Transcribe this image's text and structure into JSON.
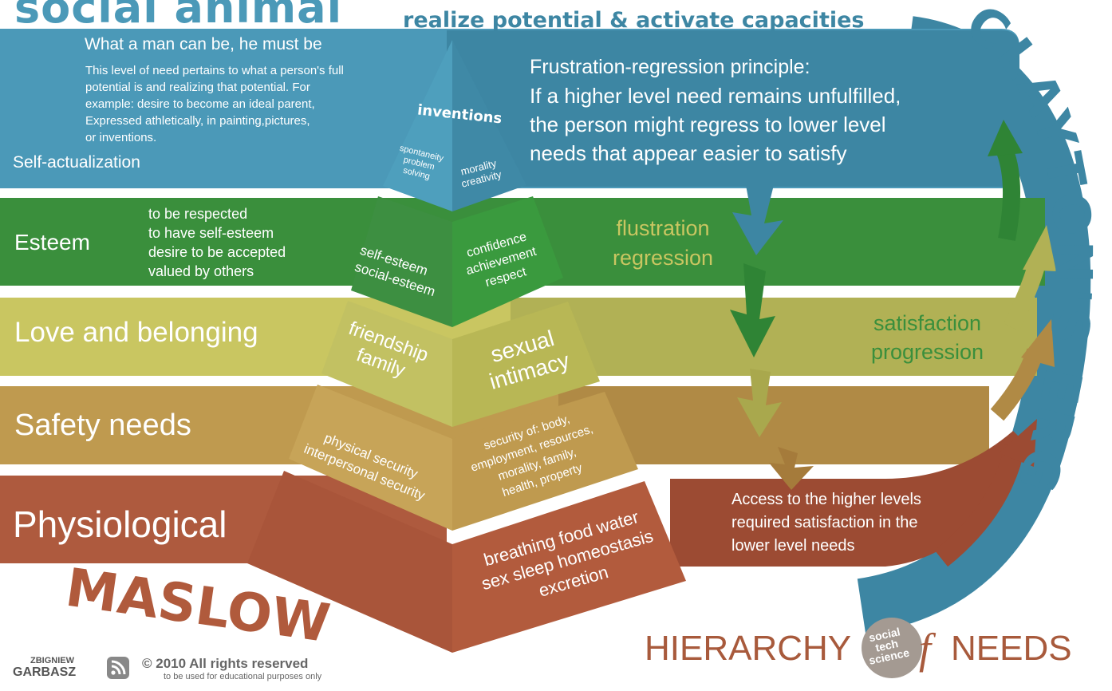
{
  "header": {
    "brand": "social animal",
    "tagline": "realize potential & activate capacities"
  },
  "levels": {
    "self_actualization": {
      "title": "Self-actualization",
      "quote": "What a man can be, he must be",
      "description": [
        "This level of need pertains to what a person's full",
        "potential is and realizing that potential. For",
        "example: desire to become an ideal parent,",
        "Expressed athletically, in painting,pictures,",
        "or inventions."
      ]
    },
    "esteem": {
      "title": "Esteem",
      "description": [
        "to be respected",
        "to have self-esteem",
        "desire to be accepted",
        "valued by others"
      ]
    },
    "love": {
      "title": "Love and belonging"
    },
    "safety": {
      "title": "Safety needs"
    },
    "physiological": {
      "title": "Physiological"
    }
  },
  "pyramid": {
    "top_face": "inventions",
    "top_left": [
      "spontaneity",
      "problem",
      "solving"
    ],
    "top_right": [
      "morality",
      "creativity"
    ],
    "esteem_left": [
      "self-esteem",
      "social-esteem"
    ],
    "esteem_right": [
      "confidence",
      "achievement",
      "respect"
    ],
    "love_left": [
      "friendship",
      "family"
    ],
    "love_right": [
      "sexual",
      "intimacy"
    ],
    "safety_left": [
      "physical security",
      "interpersonal security"
    ],
    "safety_right": [
      "security of: body,",
      "employment, resources,",
      "morality, family,",
      "health, property"
    ],
    "phys_right": [
      "breathing food water",
      "sex sleep homeostasis",
      "excretion"
    ]
  },
  "erg": {
    "principle_title": "Frustration-regression principle:",
    "principle_lines": [
      "If a higher level need remains unfulfilled,",
      "the person might regress to lower level",
      "needs that appear easier to satisfy"
    ],
    "frustration": [
      "flustration",
      "regression"
    ],
    "satisfaction": [
      "satisfaction",
      "progression"
    ],
    "access": [
      "Access to the higher levels",
      "required satisfaction in the",
      "lower level needs"
    ],
    "arc_label": "CLAYTON'S ERG"
  },
  "maslow_label": "MASLOW",
  "footer": {
    "hierarchy_left": "HIERARCHY",
    "hierarchy_right": "NEEDS",
    "logo_lines": [
      "social",
      "tech",
      "science"
    ],
    "of_glyph": "f",
    "author_top": "ZBIGNIEW",
    "author_bottom": "GARBASZ",
    "copyright": "© 2010 All rights reserved",
    "usage": "to be used for educational purposes only"
  },
  "colors": {
    "self_actualization": "#4b99b8",
    "esteem": "#3a8f3c",
    "love": "#c9c661",
    "safety": "#bf9a4f",
    "physiological": "#ae5a3e",
    "erg_arc": "#3d86a3",
    "maslow": "#b05a3c"
  }
}
